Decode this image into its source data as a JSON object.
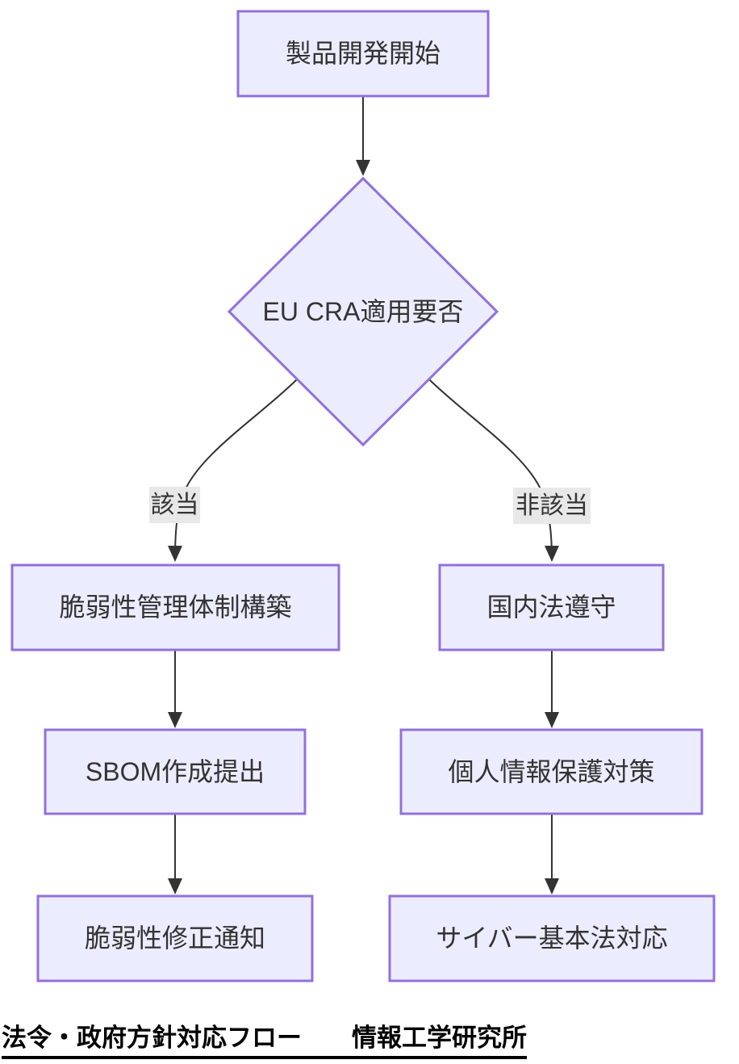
{
  "diagram": {
    "type": "flowchart",
    "direction": "top-down",
    "caption": "法令・政府方針対応フロー　　情報工学研究所",
    "nodes": {
      "start": {
        "label": "製品開発開始",
        "shape": "rect"
      },
      "decision": {
        "label": "EU CRA適用要否",
        "shape": "diamond"
      },
      "left1": {
        "label": "脆弱性管理体制構築",
        "shape": "rect"
      },
      "left2": {
        "label": "SBOM作成提出",
        "shape": "rect"
      },
      "left3": {
        "label": "脆弱性修正通知",
        "shape": "rect"
      },
      "right1": {
        "label": "国内法遵守",
        "shape": "rect"
      },
      "right2": {
        "label": "個人情報保護対策",
        "shape": "rect"
      },
      "right3": {
        "label": "サイバー基本法対応",
        "shape": "rect"
      }
    },
    "edge_labels": {
      "applicable": "該当",
      "not_applicable": "非該当"
    },
    "edges": [
      {
        "from": "start",
        "to": "decision",
        "label": ""
      },
      {
        "from": "decision",
        "to": "left1",
        "label": "該当"
      },
      {
        "from": "decision",
        "to": "right1",
        "label": "非該当"
      },
      {
        "from": "left1",
        "to": "left2",
        "label": ""
      },
      {
        "from": "left2",
        "to": "left3",
        "label": ""
      },
      {
        "from": "right1",
        "to": "right2",
        "label": ""
      },
      {
        "from": "right2",
        "to": "right3",
        "label": ""
      }
    ],
    "colors": {
      "node_fill": "#ECECFF",
      "node_border": "#9370DB",
      "edge_line": "#333333",
      "edge_label_bg": "#e8e8e8",
      "text": "#333333",
      "caption_text": "#000000",
      "background": "#ffffff"
    }
  }
}
